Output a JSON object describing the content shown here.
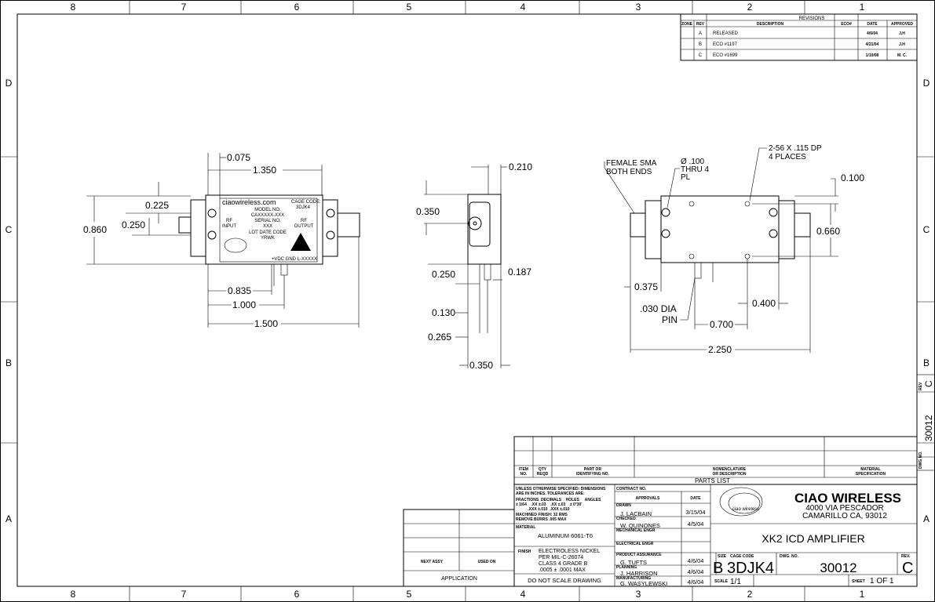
{
  "border": {
    "columns": [
      "8",
      "7",
      "6",
      "5",
      "4",
      "3",
      "2",
      "1"
    ],
    "rows": [
      "D",
      "C",
      "B",
      "A"
    ]
  },
  "revisions": {
    "title": "REVISIONS",
    "headers": [
      "ZONE",
      "REV",
      "DESCRIPTION",
      "ECO#",
      "DATE",
      "APPROVED"
    ],
    "rows": [
      {
        "zone": "",
        "rev": "A",
        "description": "RELEASED",
        "eco": "",
        "date": "4/6/04",
        "approved": "J.H"
      },
      {
        "zone": "",
        "rev": "B",
        "description": "ECO #1197",
        "eco": "",
        "date": "4/21/04",
        "approved": "J.H"
      },
      {
        "zone": "",
        "rev": "C",
        "description": "ECO #1699",
        "eco": "",
        "date": "1/10/08",
        "approved": "M. C."
      }
    ]
  },
  "top_view": {
    "website": "ciaowireless.com",
    "cage_label": "CAGE CODE:",
    "cage_value": "3DJK4",
    "model_label": "MODEL NO.",
    "model_value": "CAXXXXX-XXX",
    "serial_label": "SERIAL NO.",
    "serial_value": "XXX",
    "lot_label": "LOT DATE CODE",
    "lot_value": "YRWK",
    "rf_in_1": "RF",
    "rf_in_2": "INPUT",
    "rf_out_1": "RF",
    "rf_out_2": "OUTPUT",
    "pins_label": "+VDC  GND L-XXXXX",
    "dims": {
      "d075": "0.075",
      "d1350": "1.350",
      "d225": "0.225",
      "d250": "0.250",
      "d860": "0.860",
      "d835": "0.835",
      "d1000": "1.000",
      "d1500": "1.500"
    }
  },
  "side_view": {
    "dims": {
      "d210": "0.210",
      "d350a": "0.350",
      "d250": "0.250",
      "d187": "0.187",
      "d130": "0.130",
      "d265": "0.265",
      "d350b": "0.350"
    }
  },
  "bottom_view": {
    "note_sma_1": "FEMALE SMA",
    "note_sma_2": "BOTH ENDS",
    "note_hole_1": "Ø .100",
    "note_hole_2": "THRU 4",
    "note_hole_3": "PL",
    "note_tap_1": "2-56 X .115 DP",
    "note_tap_2": "4 PLACES",
    "note_pin_1": ".030 DIA",
    "note_pin_2": "PIN",
    "dims": {
      "d100": "0.100",
      "d660": "0.660",
      "d375": "0.375",
      "d400": "0.400",
      "d700": "0.700",
      "d2250": "2.250"
    }
  },
  "parts_list": {
    "headers": {
      "item": [
        "ITEM",
        "NO."
      ],
      "qty": [
        "QTY",
        "REQD"
      ],
      "part": [
        "PART OR",
        "IDENTIFYING NO."
      ],
      "nomen": [
        "NOMENCLATURE",
        "OR DESCRIPTION"
      ],
      "material": [
        "MATERIAL",
        "SPECIFICATION"
      ]
    },
    "title": "PARTS LIST"
  },
  "tolerances": {
    "l1": "UNLESS OTHERWISE SPECIFIED: DIMENSIONS",
    "l2": "ARE IN INCHES.  TOLERANCES ARE:",
    "l3": "FRACTIONS  DECIMALS    HOLES     ANGLES",
    "l4": "± 1/64    .XX ±.03    .XX ±.03    ± 0°30'",
    "l5": "           .XXX ±.010  .XXX ±.010",
    "l6": "MACHINED FINISH: 32 RMS",
    "l7": "REMOVE BURRS .005 MAX"
  },
  "material": {
    "label": "MATERIAL",
    "value": "ALUMINUM 6061-T6"
  },
  "finish": {
    "label": "FINISH",
    "lines": [
      "ELECTROLESS NICKEL",
      "PER MIL-C-26074",
      "CLASS 4 GRADE B",
      ".0005 ± .0001 MAX"
    ]
  },
  "do_not_scale": "DO NOT SCALE DRAWING",
  "application": {
    "next_assy": "NEXT ASSY",
    "used_on": "USED ON",
    "title": "APPLICATION"
  },
  "approvals": {
    "contract": "CONTRACT NO.",
    "header": "APPROVALS",
    "date_header": "DATE",
    "rows": [
      {
        "role": "DRAWN",
        "name": "J. LACBAIN",
        "date": "3/15/04"
      },
      {
        "role": "CHECKED",
        "name": "W. QUINONES",
        "date": "4/5/04"
      },
      {
        "role": "MECHANICAL ENGR",
        "name": "",
        "date": ""
      },
      {
        "role": "ELECTRICAL ENGR",
        "name": "",
        "date": ""
      },
      {
        "role": "PRODUCT ASSURANCE",
        "name": "G. TUFTS",
        "date": "4/6/04"
      },
      {
        "role": "PLANNING",
        "name": "J. HARRISON",
        "date": "4/6/04"
      },
      {
        "role": "MANUFACTURING",
        "name": "G. WASYLEWSKI",
        "date": "4/6/04"
      }
    ]
  },
  "company": {
    "logo_text": "ciao wireless",
    "name": "CIAO WIRELESS",
    "address1": "4000 VIA PESCADOR",
    "address2": "CAMARILLO CA, 93012"
  },
  "drawing": {
    "title": "XK2 ICD AMPLIFIER",
    "size_label": "SIZE",
    "size": "B",
    "cage_label": "CAGE CODE",
    "cage": "3DJK4",
    "dwg_label": "DWG. NO.",
    "dwg": "30012",
    "rev_label": "REV.",
    "rev": "C",
    "scale_label": "SCALE",
    "scale": "1/1",
    "sheet_label": "SHEET",
    "sheet": "1 OF 1"
  },
  "margin": {
    "rev_label": "REV",
    "rev": "C",
    "dwg_label": "DWG NO.",
    "dwg": "30012"
  }
}
